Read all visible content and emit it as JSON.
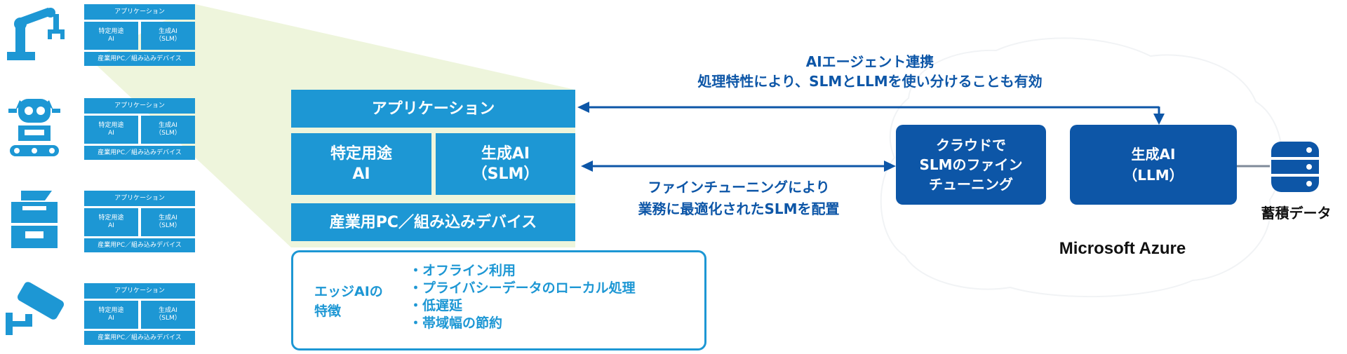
{
  "mini_stack": {
    "app": "アプリケーション",
    "specific": "特定用途\nAI",
    "genai": "生成AI\n（SLM）",
    "device": "産業用PC／組み込みデバイス"
  },
  "edge_stack": {
    "app": "アプリケーション",
    "specific": "特定用途\nAI",
    "genai": "生成AI\n（SLM）",
    "device": "産業用PC／組み込みデバイス"
  },
  "features": {
    "title": "エッジAIの\n特徴",
    "items": [
      "オフライン利用",
      "プライバシーデータのローカル処理",
      "低遅延",
      "帯域幅の節約"
    ]
  },
  "agent_label": {
    "line1": "AIエージェント連携",
    "line2": "処理特性により、SLMとLLMを使い分けることも有効"
  },
  "finetune_label": {
    "line1": "ファインチューニングにより",
    "line2": "業務に最適化されたSLMを配置"
  },
  "cloud": {
    "finetune_box": "クラウドで\nSLMのファイン\nチューニング",
    "llm_box": "生成AI\n（LLM）",
    "platform": "Microsoft Azure"
  },
  "storage": {
    "label": "蓄積データ",
    "icon": "database-icon"
  },
  "devices": [
    {
      "icon": "robot-arm-icon"
    },
    {
      "icon": "robot-icon"
    },
    {
      "icon": "printer-icon"
    },
    {
      "icon": "security-camera-icon"
    }
  ],
  "colors": {
    "light_blue": "#1d97d4",
    "dark_blue": "#0d56a7",
    "funnel": "#eef5dc"
  }
}
